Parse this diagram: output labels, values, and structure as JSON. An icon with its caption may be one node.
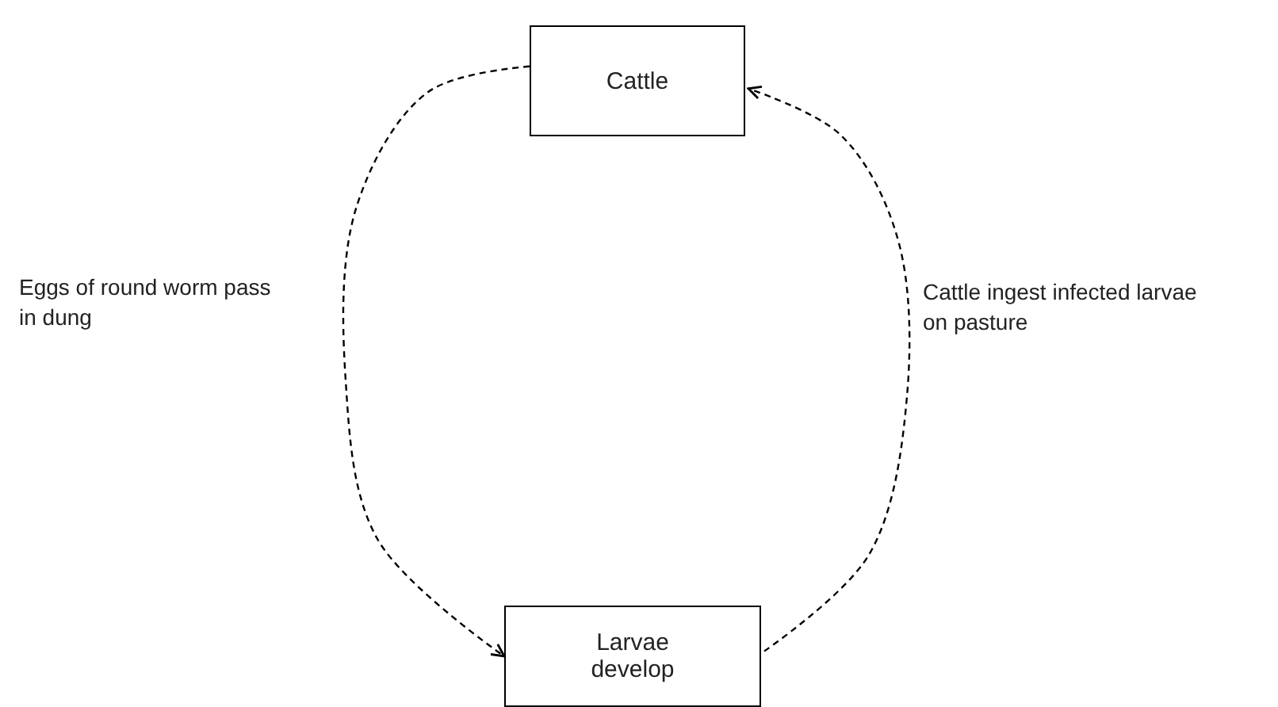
{
  "diagram": {
    "nodes": [
      {
        "text": [
          "Cattle"
        ]
      },
      {
        "text": [
          "Larvae develop"
        ]
      }
    ],
    "edges": [
      {
        "from": 0,
        "to": 1,
        "arrow": "to",
        "label": "Eggs of round worm pass in dung",
        "style": "dashed"
      },
      {
        "from": 1,
        "to": 0,
        "arrow": "to",
        "label": "Cattle ingest infected larvae on pasture",
        "style": "dashed"
      }
    ]
  }
}
